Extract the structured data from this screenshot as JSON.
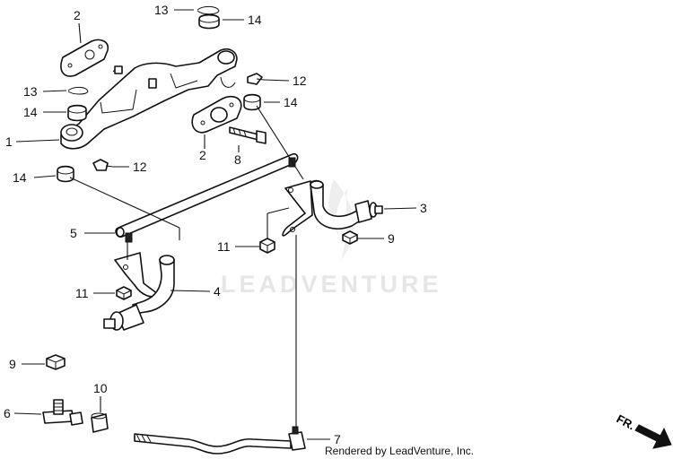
{
  "watermark": "LEADVENTURE",
  "credit": "Rendered by LeadVenture, Inc.",
  "direction_label": "FR.",
  "callouts": {
    "c13a": "13",
    "c14a": "14",
    "c2a": "2",
    "c12a": "12",
    "c14b": "14",
    "c13b": "13",
    "c14c": "14",
    "c1": "1",
    "c2b": "2",
    "c8": "8",
    "c12b": "12",
    "c14d": "14",
    "c3": "3",
    "c5": "5",
    "c9a": "9",
    "c11a": "11",
    "c11b": "11",
    "c4": "4",
    "c9b": "9",
    "c10": "10",
    "c6": "6",
    "c7": "7"
  }
}
